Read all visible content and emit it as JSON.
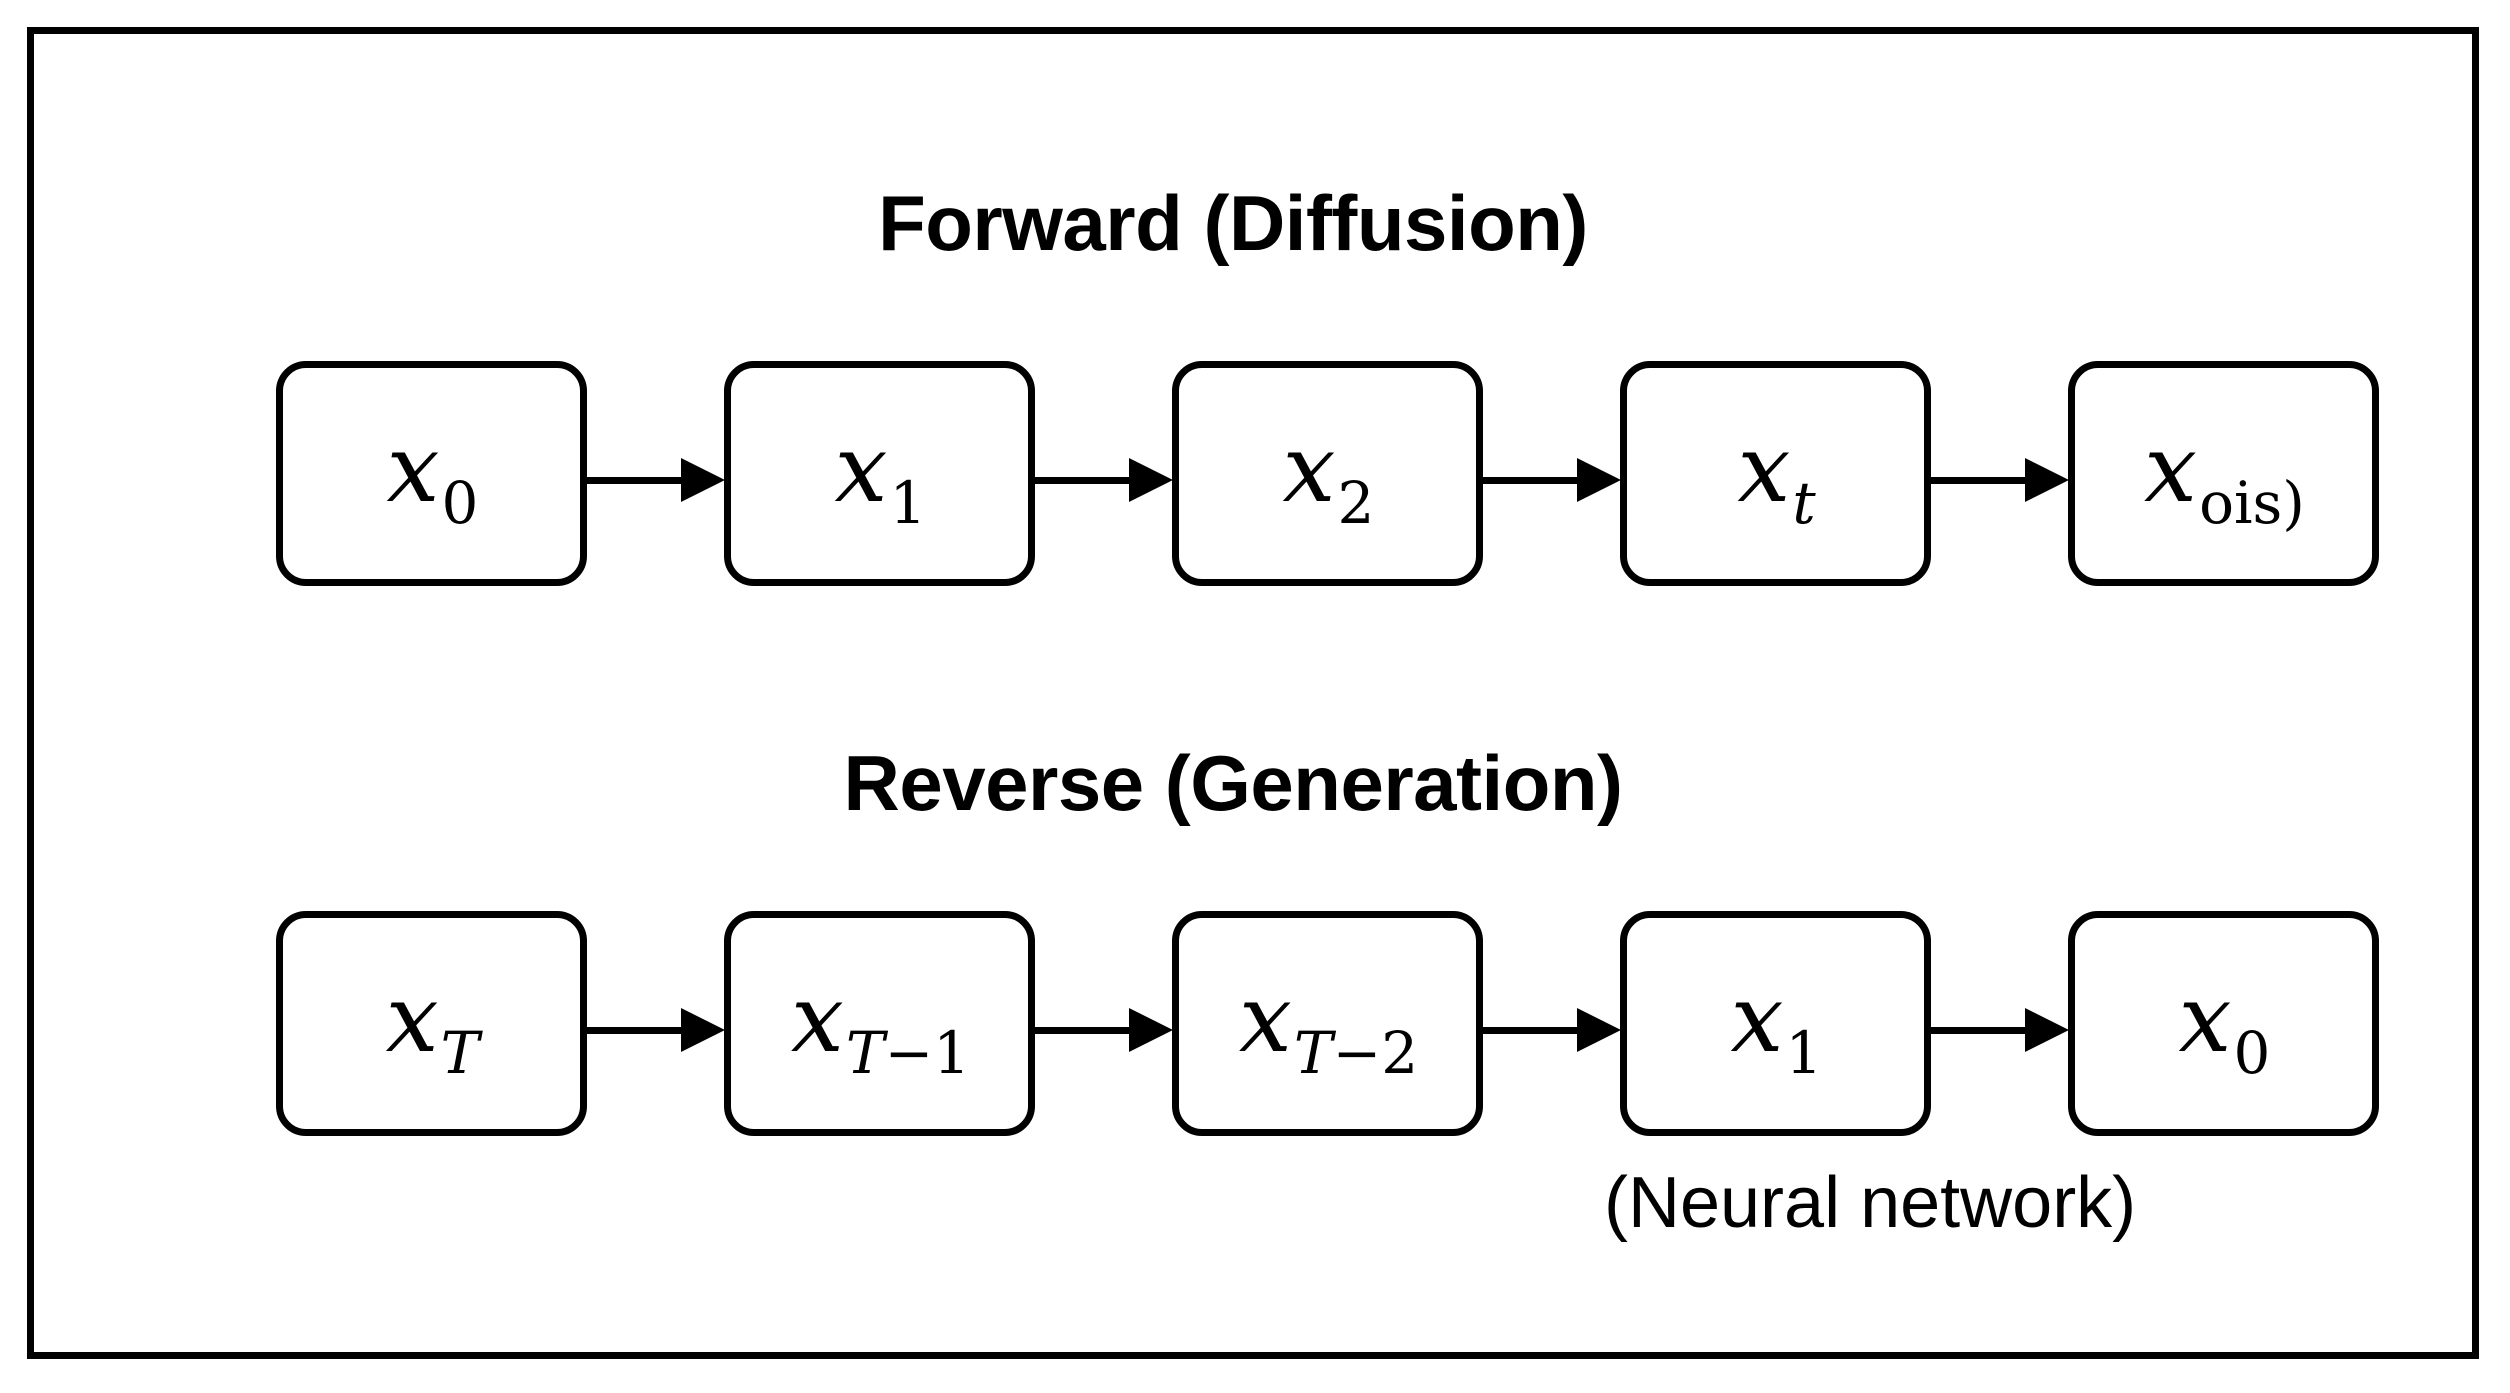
{
  "figure": {
    "background_color": "#ffffff",
    "frame_color": "#000000",
    "node_fill": "#ffffff"
  },
  "forward": {
    "title": "Forward (Diffusion)",
    "nodes": [
      {
        "var": "x",
        "sub": "0",
        "sub_style": "upright"
      },
      {
        "var": "x",
        "sub": "1",
        "sub_style": "upright"
      },
      {
        "var": "x",
        "sub": "2",
        "sub_style": "upright"
      },
      {
        "var": "x",
        "sub": "t",
        "sub_style": "italic"
      },
      {
        "var": "x",
        "sub": "ois)",
        "sub_style": "upright"
      }
    ]
  },
  "reverse": {
    "title": "Reverse (Generation)",
    "nodes": [
      {
        "var": "x",
        "sub": "T",
        "sub_style": "italic",
        "sub_tail": ""
      },
      {
        "var": "x",
        "sub": "T",
        "sub_style": "italic",
        "sub_tail": "−1"
      },
      {
        "var": "x",
        "sub": "T",
        "sub_style": "italic",
        "sub_tail": "−2"
      },
      {
        "var": "x",
        "sub": "1",
        "sub_style": "upright",
        "sub_tail": ""
      },
      {
        "var": "x",
        "sub": "0",
        "sub_style": "upright",
        "sub_tail": ""
      }
    ],
    "caption": "(Neural network)"
  },
  "arrows": {
    "count_per_row": 4,
    "direction": "right",
    "color": "#000000"
  }
}
